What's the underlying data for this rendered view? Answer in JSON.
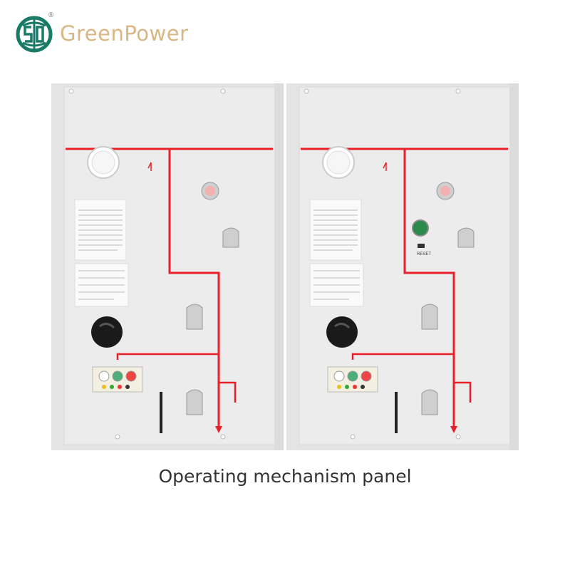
{
  "brand": {
    "name": "GreenPower",
    "registered_mark": "®"
  },
  "panel": {
    "reset_label": "RESET"
  },
  "caption": "Operating mechanism panel",
  "colors": {
    "brand_green": "#1a7a68",
    "brand_gold": "#d9b684",
    "bus_red": "#e8202a",
    "panel_grey": "#e9e9e9"
  }
}
